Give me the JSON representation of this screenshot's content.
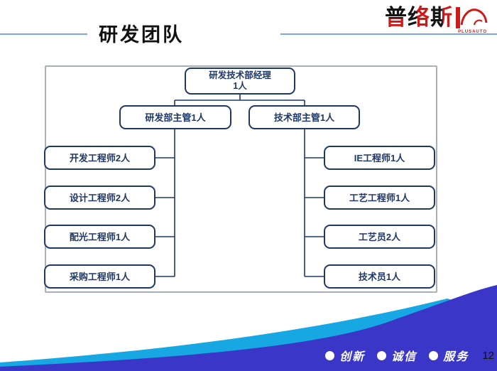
{
  "header": {
    "title": "研发团队",
    "logo": {
      "char1": "普",
      "char2": "络",
      "char3": "斯",
      "subtext": "PLUSAUTO"
    }
  },
  "org_chart": {
    "root": {
      "line1": "研发技术部经理",
      "line2": "1人"
    },
    "managers": [
      {
        "label": "研发部主管1人"
      },
      {
        "label": "技术部主管1人"
      }
    ],
    "left_column": [
      {
        "label": "开发工程师2人"
      },
      {
        "label": "设计工程师2人"
      },
      {
        "label": "配光工程师1人"
      },
      {
        "label": "采购工程师1人"
      }
    ],
    "right_column": [
      {
        "label": "IE工程师1人"
      },
      {
        "label": "工艺工程师1人"
      },
      {
        "label": "工艺员2人"
      },
      {
        "label": "技术员1人"
      }
    ]
  },
  "footer": {
    "values": [
      {
        "label": "创新"
      },
      {
        "label": "诚信"
      },
      {
        "label": "服务"
      }
    ],
    "page_number": "12"
  },
  "colors": {
    "accent_line": "#7ba7d7",
    "node_navy": "#1f3864",
    "frame_gray": "#a9afb6",
    "wave_cyan": "#17a8e3",
    "wave_blue": "#3a36c8",
    "logo_red": "#cf1a1a"
  }
}
